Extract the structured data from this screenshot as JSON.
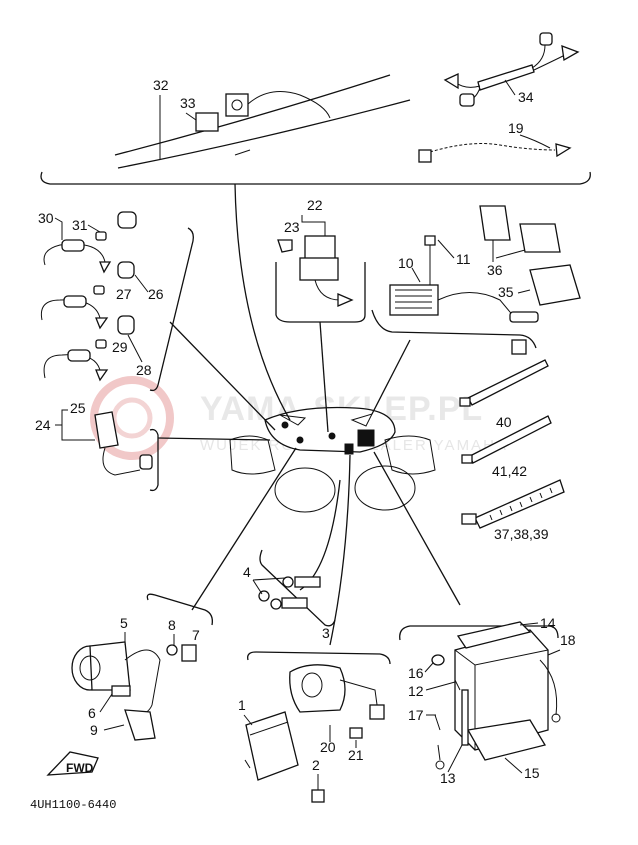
{
  "watermark": {
    "title": "YAMA-SKLEP.PL",
    "subtitle": "WUJEK ROWER • DEALER YAMAHA",
    "logo": "yamaha-tuning-fork-logo"
  },
  "diagram_code": "4UH1100-6440",
  "fwd_label": "FWD",
  "callouts": {
    "c1": "1",
    "c2": "2",
    "c3": "3",
    "c4": "4",
    "c5": "5",
    "c6": "6",
    "c7": "7",
    "c8": "8",
    "c9": "9",
    "c10": "10",
    "c11": "11",
    "c12": "12",
    "c13": "13",
    "c14": "14",
    "c15": "15",
    "c16": "16",
    "c17": "17",
    "c18": "18",
    "c19": "19",
    "c20": "20",
    "c21": "21",
    "c22": "22",
    "c23": "23",
    "c24": "24",
    "c25": "25",
    "c26": "26",
    "c27": "27",
    "c28": "28",
    "c29": "29",
    "c30": "30",
    "c31": "31",
    "c32": "32",
    "c33": "33",
    "c34": "34",
    "c35": "35",
    "c36": "36",
    "c40": "40",
    "c41_42": "41,42",
    "c37_39": "37,38,39"
  }
}
